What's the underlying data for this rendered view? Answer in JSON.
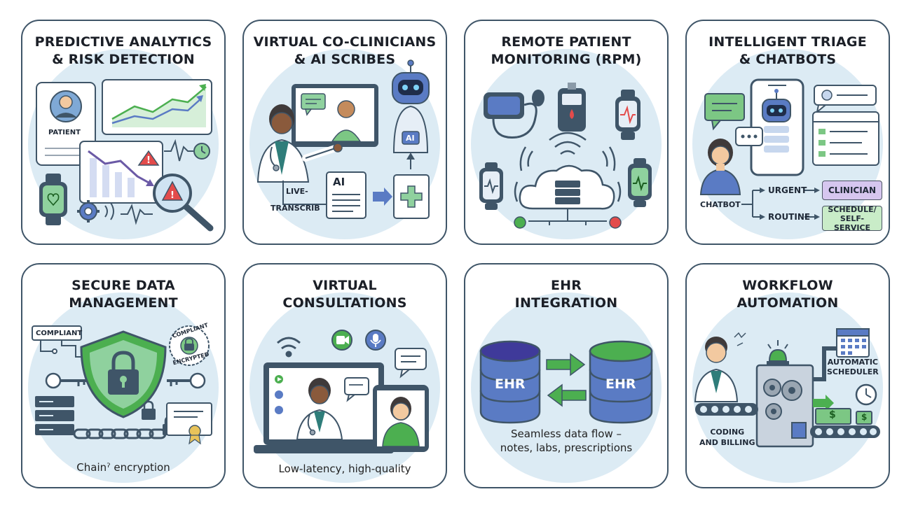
{
  "cards": {
    "predictive": {
      "title_line1": "PREDICTIVE ANALYTICS",
      "title_line2": "& RISK DETECTION",
      "patient_label": "PATIENT"
    },
    "coclinicians": {
      "title_line1": "VIRTUAL CO-CLINICIANS",
      "title_line2": "& AI SCRIBES",
      "live_line1": "LIVE-",
      "live_line2": "TRANSCRIB",
      "ai_doc_label": "AI",
      "robot_badge": "AI"
    },
    "rpm": {
      "title_line1": "REMOTE PATIENT",
      "title_line2": "MONITORING (RPM)"
    },
    "triage": {
      "title_line1": "INTELLIGENT TRIAGE",
      "title_line2": "& CHATBOTS",
      "chatbot_label": "CHATBOT",
      "urgent_label": "URGENT",
      "routine_label": "ROUTINE",
      "clinician_label": "CLINICIAN",
      "schedule_line1": "SCHEDULE/",
      "schedule_line2": "SELF-SERVICE"
    },
    "secure": {
      "title_line1": "SECURE DATA",
      "title_line2": "MANAGEMENT",
      "compliant_tag": "COMPLIANT",
      "seal_top": "COMPLIANT",
      "seal_bottom": "ENCRYPTED",
      "caption": "Chainˀ encryption"
    },
    "consult": {
      "title_line1": "VIRTUAL",
      "title_line2": "CONSULTATIONS",
      "caption": "Low-latency, high-quality"
    },
    "ehr": {
      "title_line1": "EHR",
      "title_line2": "INTEGRATION",
      "db_left": "EHR",
      "db_right": "EHR",
      "caption_line1": "Seamless data flow –",
      "caption_line2": "notes, labs, prescriptions"
    },
    "workflow": {
      "title_line1": "WORKFLOW",
      "title_line2": "AUTOMATION",
      "scheduler_line1": "AUTOMATIC",
      "scheduler_line2": "SCHEDULER",
      "coding_line1": "CODING",
      "coding_line2": "AND BILLING",
      "money_symbol": "$"
    }
  },
  "colors": {
    "outline": "#3f5568",
    "blob": "#dcebf4",
    "green": "#4caf50",
    "green_light": "#8fd19e",
    "blue": "#5a7bc4",
    "purple": "#6b5aa6",
    "red": "#e34b4b",
    "skin": "#8a5a3c",
    "skin_light": "#f2c9a0"
  }
}
